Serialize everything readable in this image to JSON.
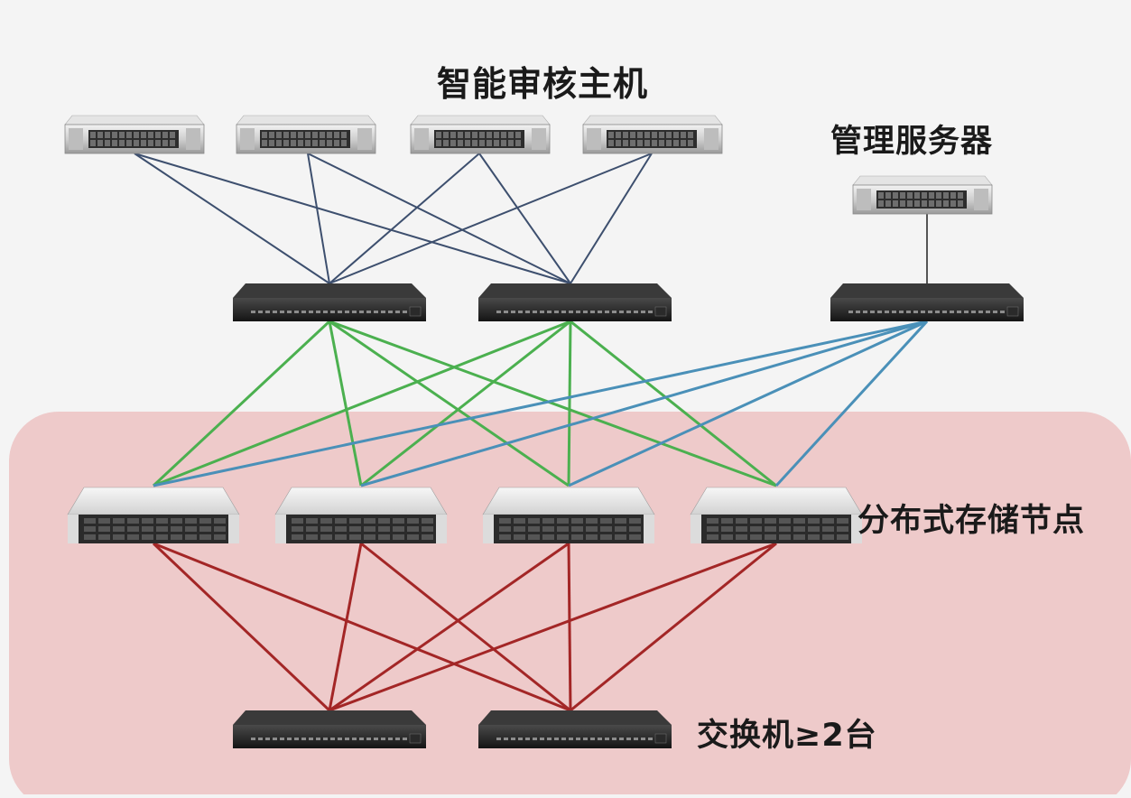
{
  "labels": {
    "hosts": "智能审核主机",
    "management": "管理服务器",
    "storage": "分布式存储节点",
    "bottom_switches": "交换机≥2台"
  },
  "colors": {
    "background": "#f4f4f4",
    "storage_zone": "#eecaca",
    "host_links": "#3d4f6e",
    "mgmt_link": "#555555",
    "green_links": "#4bb04f",
    "blue_links": "#4a90b8",
    "red_links": "#a32626"
  },
  "diagram": {
    "hosts": [
      "host-1",
      "host-2",
      "host-3",
      "host-4"
    ],
    "management_server": "mgmt-server",
    "mid_switches": [
      "switch-a",
      "switch-b"
    ],
    "mgmt_switch": "switch-mgmt",
    "storage_nodes": [
      "storage-1",
      "storage-2",
      "storage-3",
      "storage-4"
    ],
    "bottom_switches": [
      "switch-c",
      "switch-d"
    ]
  }
}
